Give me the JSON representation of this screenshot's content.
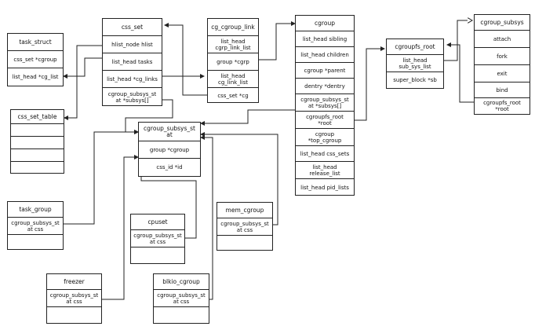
{
  "diagram": {
    "task_struct": {
      "title": "task_struct",
      "fields": [
        "css_set *cgroup",
        "list_head *cg_list"
      ]
    },
    "css_set_table": {
      "title": "css_set_table",
      "fields": [
        "",
        "",
        "",
        ""
      ]
    },
    "css_set": {
      "title": "css_set",
      "fields": [
        "hlist_node hlist",
        "list_head tasks",
        "list_head *cg_links",
        "cgroup_subsys_st\nat *subsys[]"
      ]
    },
    "cg_cgroup_link": {
      "title": "cg_cgroup_link",
      "fields": [
        "list_head\ncgrp_link_list",
        "group *cgrp",
        "list_head\ncg_link_list",
        "css_set *cg"
      ]
    },
    "cgroup": {
      "title": "cgroup",
      "fields": [
        "list_head sibling",
        "list_head children",
        "cgroup *parent",
        "dentry *dentry",
        "cgroup_subsys_st\nat *subsys[]",
        "cgroupfs_root\n*root",
        "cgroup\n*top_cgroup",
        "list_head css_sets",
        "list_head\nrelease_list",
        "list_head pid_lists"
      ]
    },
    "cgroupfs_root": {
      "title": "cgroupfs_root",
      "fields": [
        "list_head\nsub_sys_list",
        "super_block *sb"
      ]
    },
    "cgroup_subsys": {
      "title": "cgroup_subsys",
      "fields": [
        "attach",
        "fork",
        "exit",
        "bind",
        "cgroupfs_root\n*root"
      ]
    },
    "cgroup_subsys_state": {
      "title": "cgroup_subsys_st\nat",
      "fields": [
        "group *cgroup",
        "css_id *id"
      ]
    },
    "task_group": {
      "title": "task_group",
      "fields": [
        "cgroup_subsys_st\nat css",
        ""
      ]
    },
    "cpuset": {
      "title": "cpuset",
      "fields": [
        "cgroup_subsys_st\nat css",
        ""
      ]
    },
    "mem_cgroup": {
      "title": "mem_cgroup",
      "fields": [
        "cgroup_subsys_st\nat css",
        ""
      ]
    },
    "freezer": {
      "title": "freezer",
      "fields": [
        "cgroup_subsys_st\nat css",
        ""
      ]
    },
    "blkio_cgroup": {
      "title": "blkio_cgroup",
      "fields": [
        "cgroup_subsys_st\nat css",
        ""
      ]
    }
  },
  "colors": {
    "line": "#222222",
    "background": "#ffffff"
  }
}
